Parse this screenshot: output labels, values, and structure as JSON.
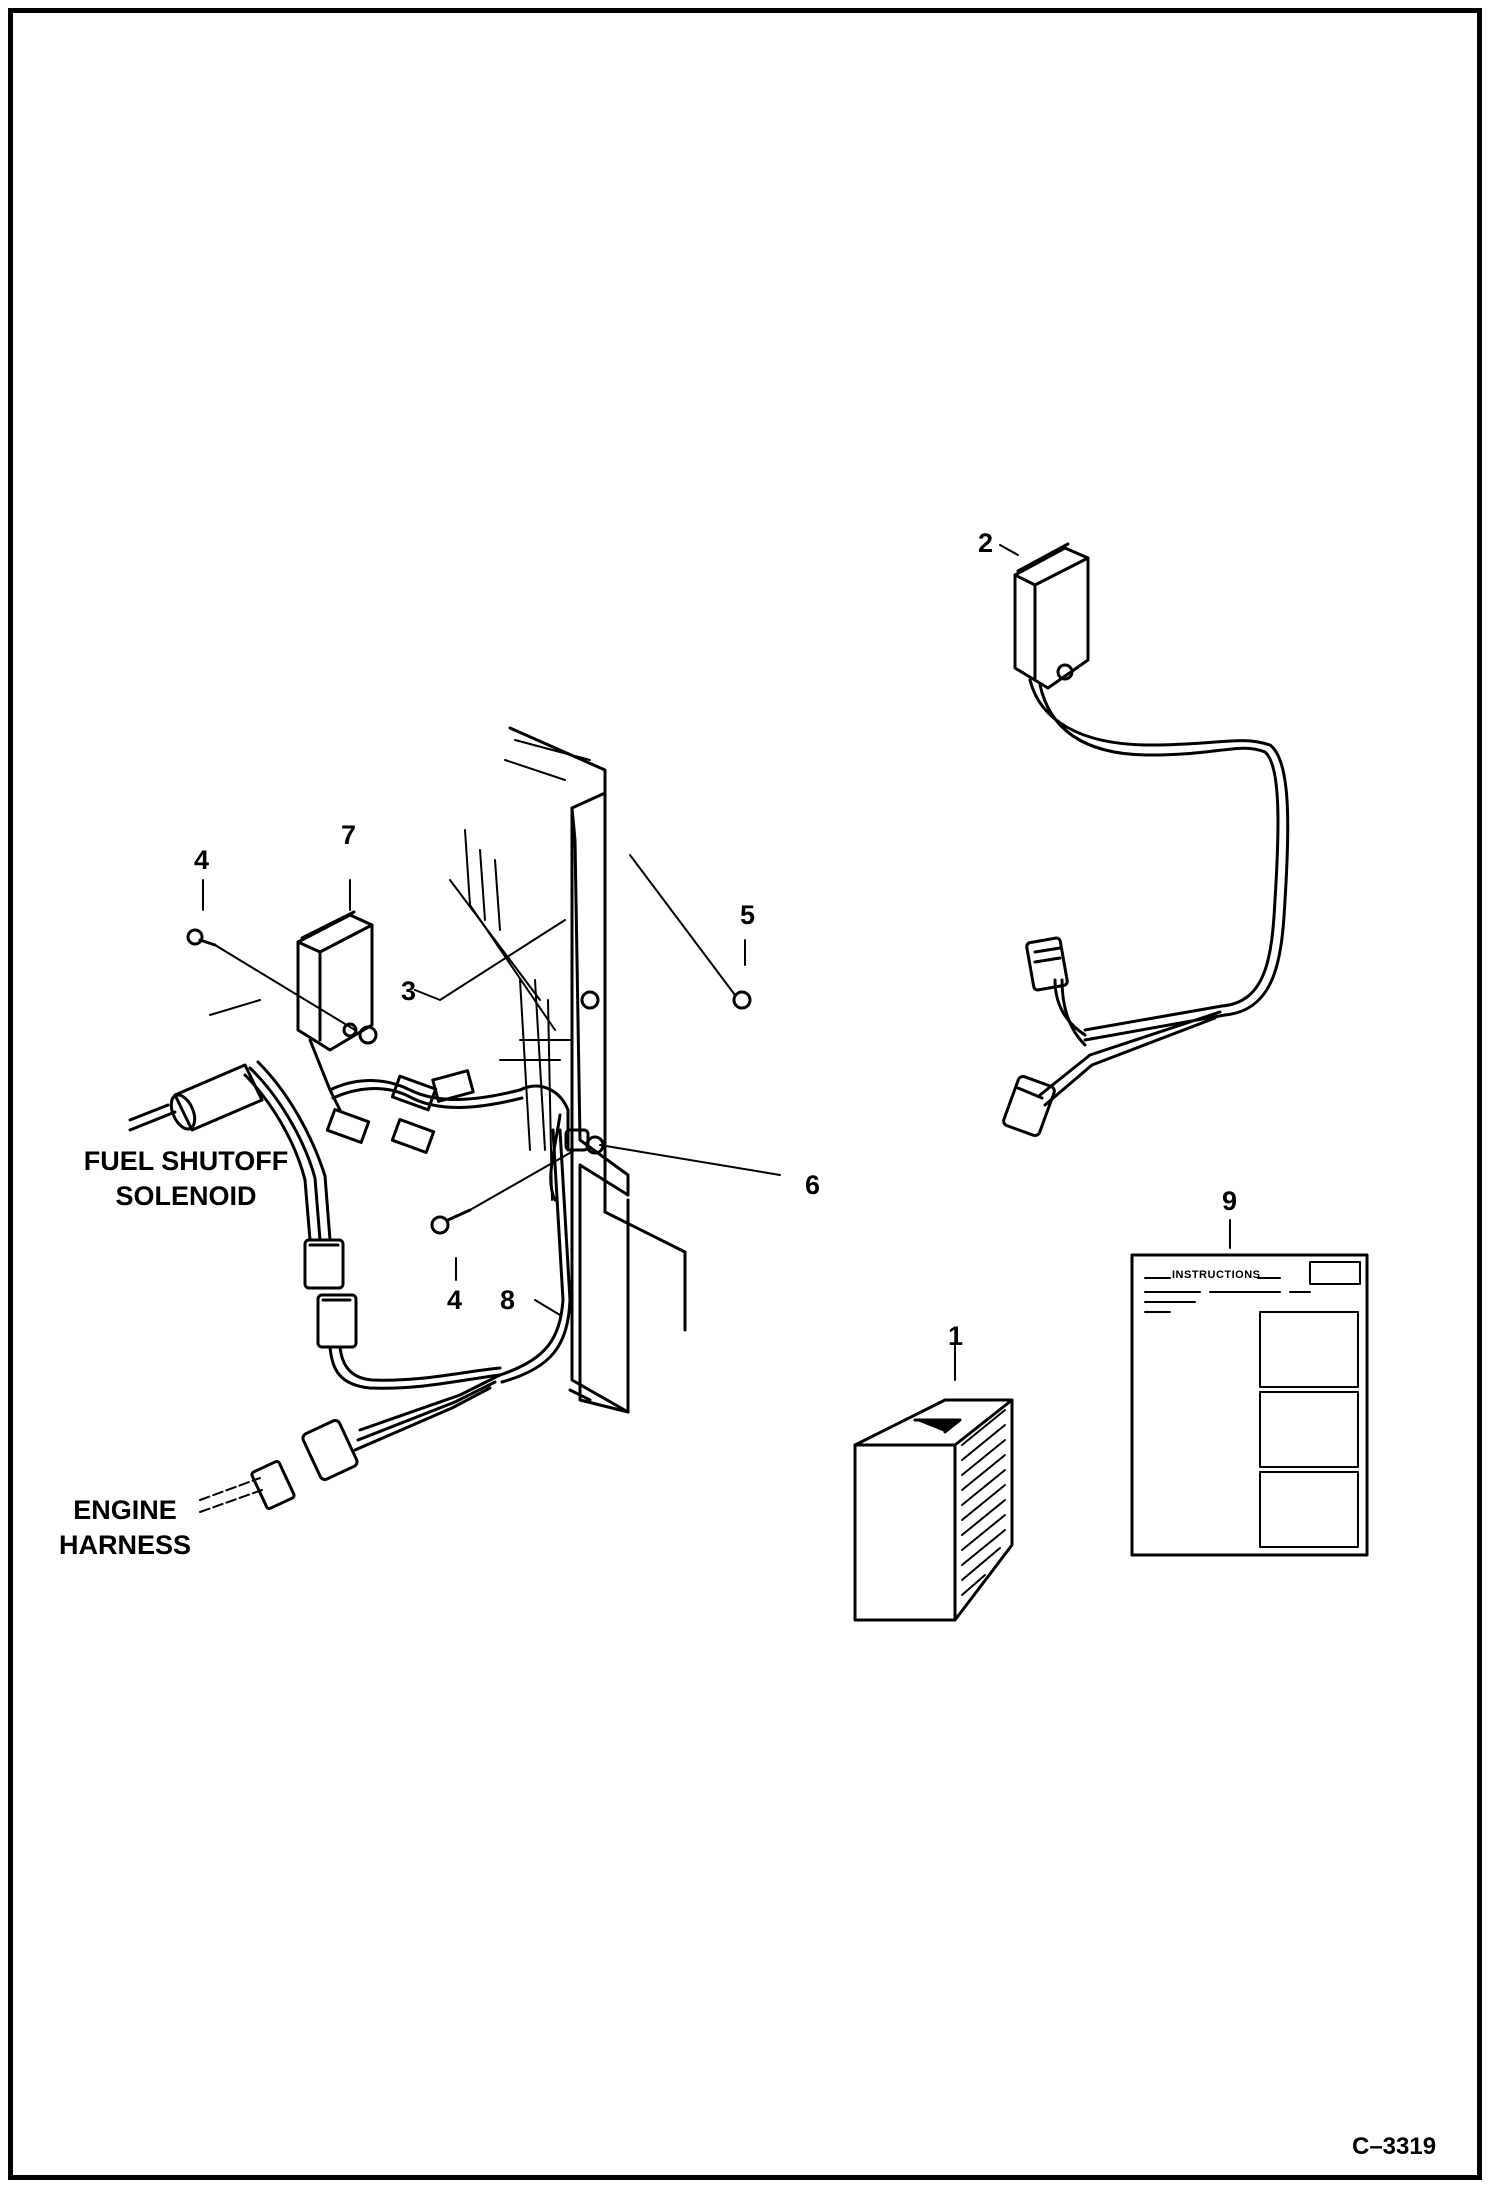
{
  "callouts": {
    "c1": "1",
    "c2": "2",
    "c3": "3",
    "c4_top": "4",
    "c4_bottom": "4",
    "c5": "5",
    "c6": "6",
    "c7": "7",
    "c8": "8",
    "c9": "9"
  },
  "captions": {
    "fuel_shutoff": "FUEL SHUTOFF",
    "solenoid": "SOLENOID",
    "engine": "ENGINE",
    "harness": "HARNESS"
  },
  "drawing_code": "C–3319",
  "instruction_sheet": {
    "title": "INSTRUCTIONS"
  },
  "colors": {
    "ink": "#000000",
    "paper": "#ffffff"
  }
}
